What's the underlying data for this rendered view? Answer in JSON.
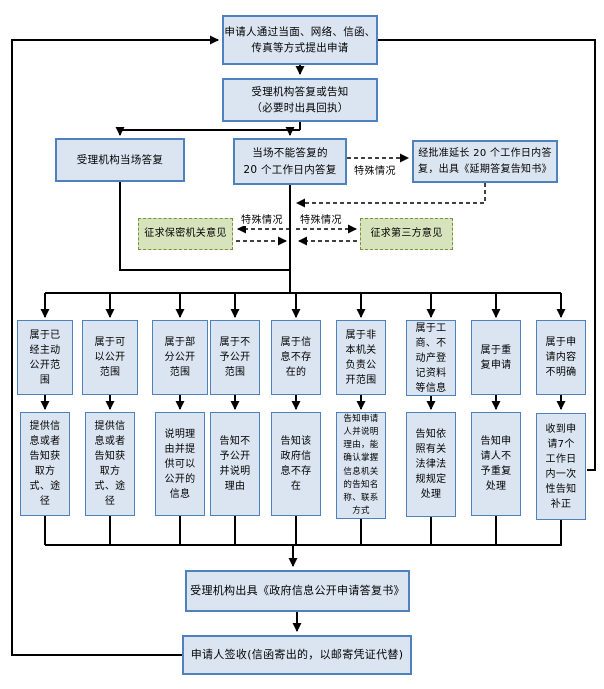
{
  "flowchart": {
    "colors": {
      "node_fill": "#dbe5f1",
      "node_border": "#4f81bd",
      "green_fill": "#d6e3bc",
      "green_border": "#76923c",
      "line": "#000000"
    },
    "nodes": {
      "apply": "申请人通过当面、网络、信函、\n传真等方式提出申请",
      "reply_or_notify": "受理机构答复或告知\n（必要时出具回执）",
      "onspot_reply": "受理机构当场答复",
      "reply_20_days": "当场不能答复的\n20 个工作日内答复",
      "extended_reply": "经批准延长 20 个工作日内答\n复，出具《延期答复告知书》",
      "consult_secrecy": "征求保密机关意见",
      "consult_third_party": "征求第三方意见",
      "cat_proactive": "属于已经主动公开范围",
      "cat_public": "属于可以公开范围",
      "cat_partial": "属于部分公开范围",
      "cat_nondisclosure": "属于不予公开范围",
      "cat_nonexistent": "属于信息不存在的",
      "cat_other_agency": "属于非本机关负责公开范围",
      "cat_registration": "属于工商、不动产登记资料等信息",
      "cat_repeat": "属于重复申请",
      "cat_unclear": "属于申请内容不明确",
      "act_provide_1": "提供信息或者告知获取方式、途径",
      "act_provide_2": "提供信息或者告知获取方式、途径",
      "act_explain_partial": "说明理由并提供可以公开的信息",
      "act_explain_nondisclosure": "告知不予公开并说明理由",
      "act_nonexistent": "告知该政府信息不存在",
      "act_other_agency": "告知申请人并说明理由，能确认掌握信息机关的告知名称、联系方式",
      "act_law": "告知依照有关法律法规规定处理",
      "act_no_repeat": "告知申请人不予重复处理",
      "act_correction": "收到申请7个工作日内一次性告知补正",
      "issue_reply_doc": "受理机构出具《政府信息公开申请答复书》",
      "sign_receipt": "申请人签收(信函寄出的，以邮寄凭证代替)"
    },
    "labels": {
      "special_case_extend": "特殊情况",
      "special_case_secrecy": "特殊情况",
      "special_case_third_party": "特殊情况"
    }
  }
}
